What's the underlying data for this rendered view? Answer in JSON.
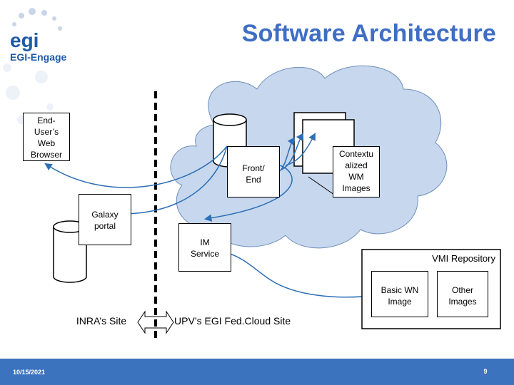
{
  "title": "Software Architecture",
  "logo": {
    "text": "EGI-Engage"
  },
  "boxes": {
    "browser": "End-User’s Web Browser",
    "frontend": "Front/ End",
    "contextualized": "Contextu alized WM Images",
    "galaxy": "Galaxy portal",
    "im": "IM Service",
    "vmi_repo": "VMI Repository",
    "basic_wn": "Basic WN Image",
    "other_images": "Other Images"
  },
  "sites": {
    "inra": "INRA’s Site",
    "upv": "UPV’s EGI Fed.Cloud Site"
  },
  "footer": {
    "date": "10/15/2021",
    "page": "9"
  },
  "colors": {
    "accent": "#3f6ec4",
    "cloud": "#c6d7ee",
    "arrow": "#2d6fb5",
    "footer": "#3c73bf"
  }
}
